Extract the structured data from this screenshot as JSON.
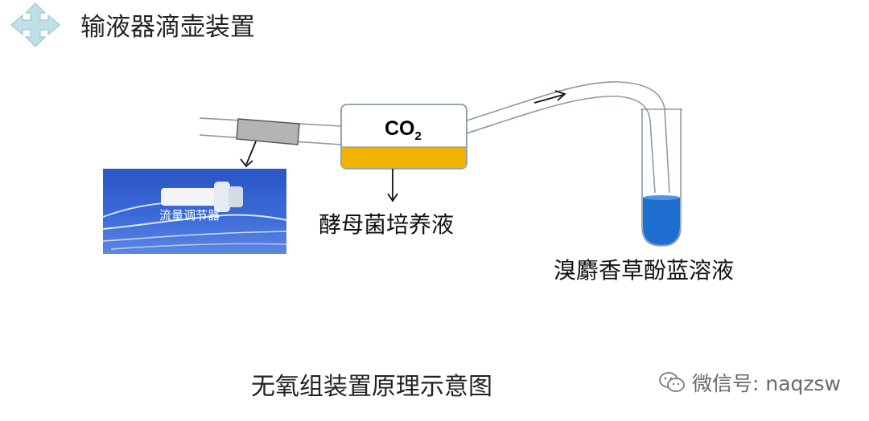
{
  "title": "输液器滴壶装置",
  "labels": {
    "flow_regulator": "流量调节器",
    "co2": "CO",
    "co2_subscript": "2",
    "yeast_culture": "酵母菌培养液",
    "bromothymol_blue": "溴麝香草酚蓝溶液"
  },
  "caption": "无氧组装置原理示意图",
  "watermark": "微信号: naqzsw",
  "colors": {
    "yeast_liquid": "#f0b400",
    "btb_solution": "#1f6fd0",
    "tube_outline": "#8a9aa8",
    "regulator": "#b4b4b4",
    "photo_bg": "#3262d0"
  },
  "icons": {
    "nav": "four-way-arrow-icon",
    "watermark": "wechat-icon"
  }
}
